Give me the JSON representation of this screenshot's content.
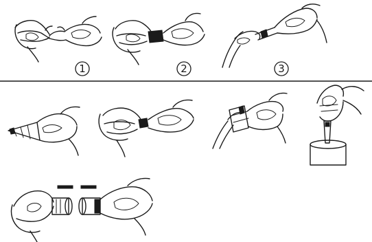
{
  "steps": [
    {
      "number": "1"
    },
    {
      "number": "2"
    },
    {
      "number": "3"
    }
  ],
  "colors": {
    "ink": "#1a1a1a",
    "background": "#ffffff"
  },
  "illustrations": [
    "hands-twisting-bag-icon",
    "hands-tightening-twist-icon",
    "hands-cutting-twist-icon",
    "cone-tip-icon",
    "hands-pinching-bag-icon",
    "hands-fitting-sleeve-icon",
    "pipetting-into-jar-icon",
    "hands-joining-halves-icon"
  ]
}
